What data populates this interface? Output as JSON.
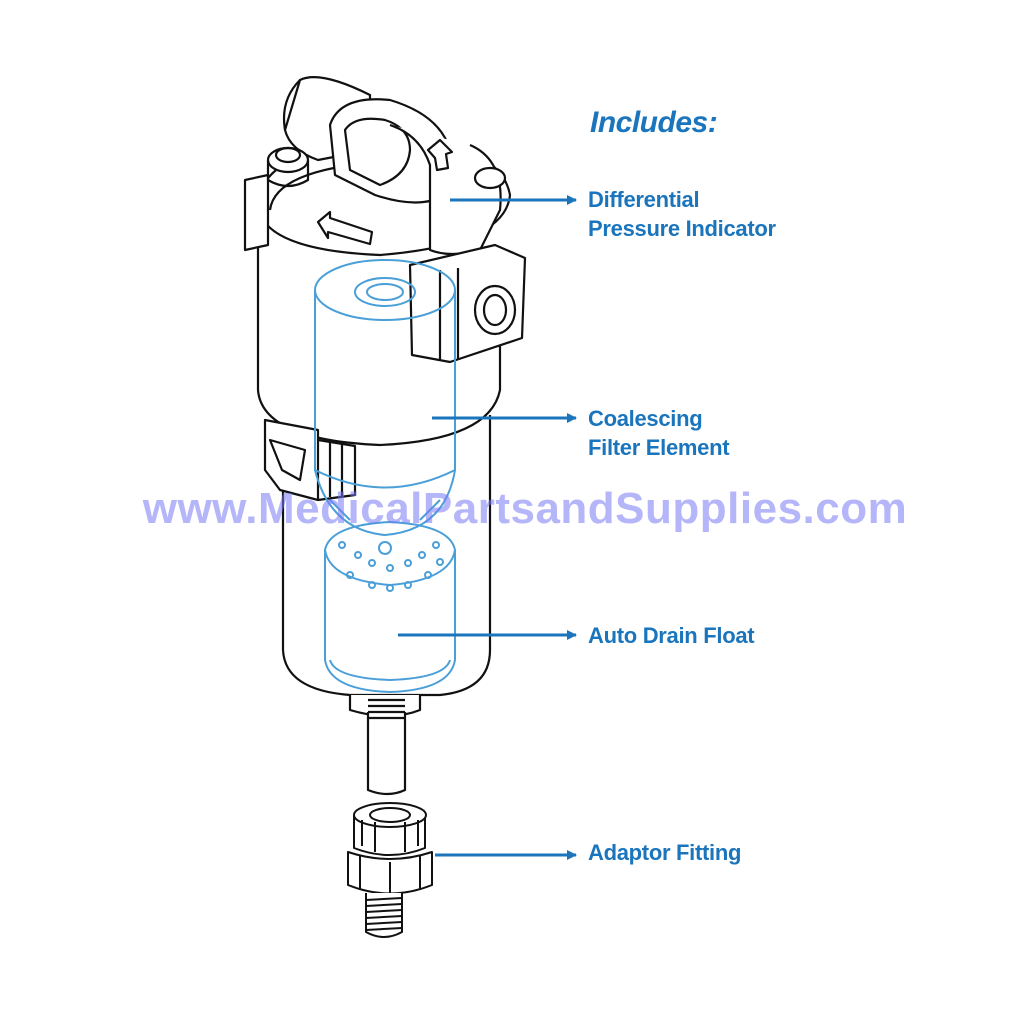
{
  "heading": "Includes:",
  "callouts": [
    {
      "line1": "Differential",
      "line2": "Pressure Indicator"
    },
    {
      "line1": "Coalescing",
      "line2": "Filter Element"
    },
    {
      "line1": "Auto Drain Float",
      "line2": ""
    },
    {
      "line1": "Adaptor Fitting",
      "line2": ""
    }
  ],
  "watermark": "www.MedicalPartsandSupplies.com",
  "colors": {
    "accent": "#1a75bc",
    "outline": "#111111",
    "internal_parts": "#4a9fd8",
    "watermark": "#7878f5"
  }
}
